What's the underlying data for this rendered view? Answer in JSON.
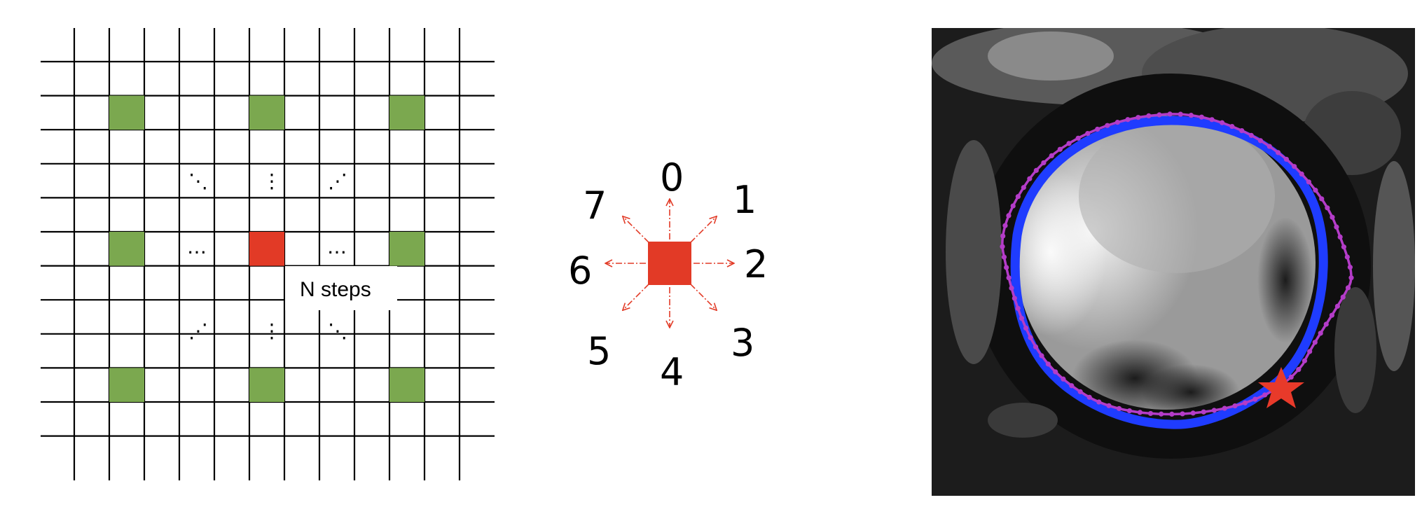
{
  "grid_panel": {
    "step_label": "N steps",
    "dots_horizontal": "…",
    "dots_vertical": "⋮",
    "dots_diag_down": "⋱",
    "dots_diag_up": "⋰",
    "colors": {
      "line": "#000000",
      "green": "#7ba84f",
      "red": "#e23a26"
    }
  },
  "direction_panel": {
    "labels": [
      "0",
      "1",
      "2",
      "3",
      "4",
      "5",
      "6",
      "7"
    ],
    "colors": {
      "center": "#e23a26",
      "arrow": "#e23a26"
    }
  },
  "image_panel": {
    "colors": {
      "background": "#1c1c1c",
      "blue_contour": "#1f3cff",
      "magenta_contour": "#b43cc8",
      "star": "#e83a2a"
    }
  }
}
